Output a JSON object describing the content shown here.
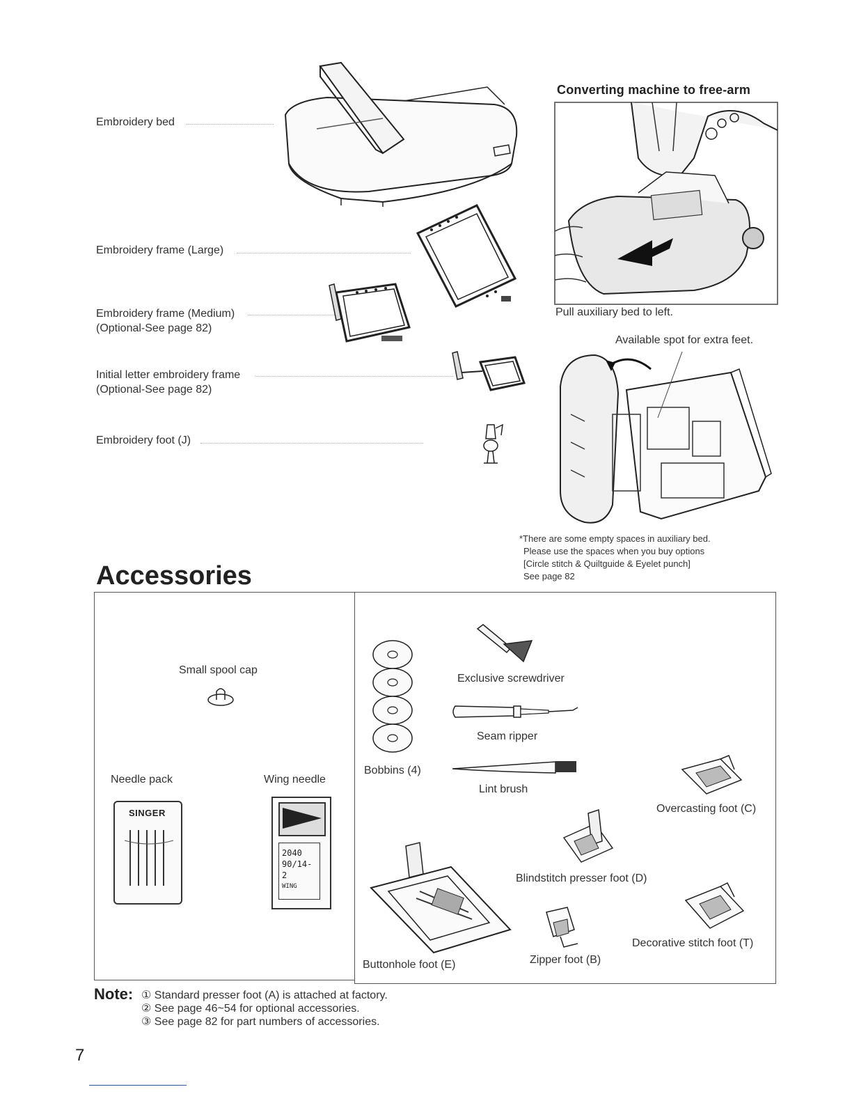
{
  "figure_labels": {
    "embroidery_bed": "Embroidery bed",
    "frame_large": "Embroidery frame (Large)",
    "frame_medium": "Embroidery frame (Medium)",
    "frame_medium_note": "(Optional-See page 82)",
    "initial_frame": "Initial letter embroidery frame",
    "initial_frame_note": "(Optional-See page 82)",
    "embroidery_foot": "Embroidery foot (J)"
  },
  "free_arm": {
    "title": "Converting machine to free-arm",
    "caption": "Pull auxiliary bed to left.",
    "spot_label": "Available spot for extra feet.",
    "note_lines": [
      "*There are some empty spaces in auxiliary bed.",
      "Please use the spaces when you buy options",
      "[Circle stitch & Quiltguide & Eyelet punch]",
      "See page 82"
    ]
  },
  "accessories": {
    "title": "Accessories",
    "small_spool_cap": "Small spool cap",
    "needle_pack": "Needle pack",
    "wing_needle": "Wing needle",
    "needle_brand": "SINGER",
    "wing_code_lines": [
      "2040",
      "90/14-2",
      "WING"
    ],
    "bobbins": "Bobbins (4)",
    "screwdriver": "Exclusive screwdriver",
    "seam_ripper": "Seam ripper",
    "lint_brush": "Lint brush",
    "overcasting_foot": "Overcasting foot (C)",
    "blindstitch_foot": "Blindstitch presser foot (D)",
    "buttonhole_foot": "Buttonhole foot (E)",
    "zipper_foot": "Zipper foot (B)",
    "decorative_foot": "Decorative stitch foot (T)"
  },
  "note": {
    "label": "Note:",
    "items": [
      {
        "num": "①",
        "text": "Standard presser foot (A) is attached at factory."
      },
      {
        "num": "②",
        "text": "See page 46~54 for optional accessories."
      },
      {
        "num": "③",
        "text": "See page 82 for part numbers of accessories."
      }
    ]
  },
  "page_number": "7"
}
